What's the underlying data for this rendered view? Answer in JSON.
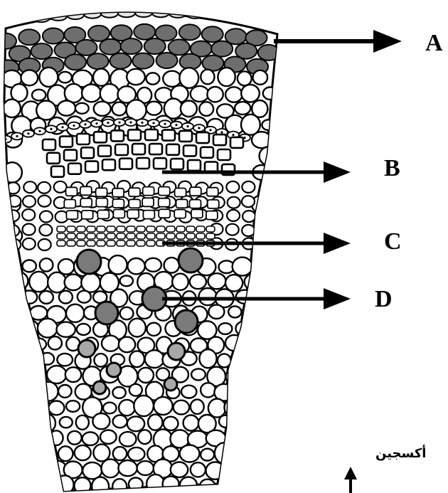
{
  "labels": {
    "a": "A",
    "b": "B",
    "c": "C",
    "d": "D"
  },
  "footer_text": "أكسجين",
  "colors": {
    "outline": "#000000",
    "cell_fill": "#ffffff",
    "epidermis_fill": "#e6e6e6",
    "cortex_dark": "#6e6e6e",
    "vessel_dark": "#7a7a7a",
    "vessel_light": "#a8a8a8"
  }
}
